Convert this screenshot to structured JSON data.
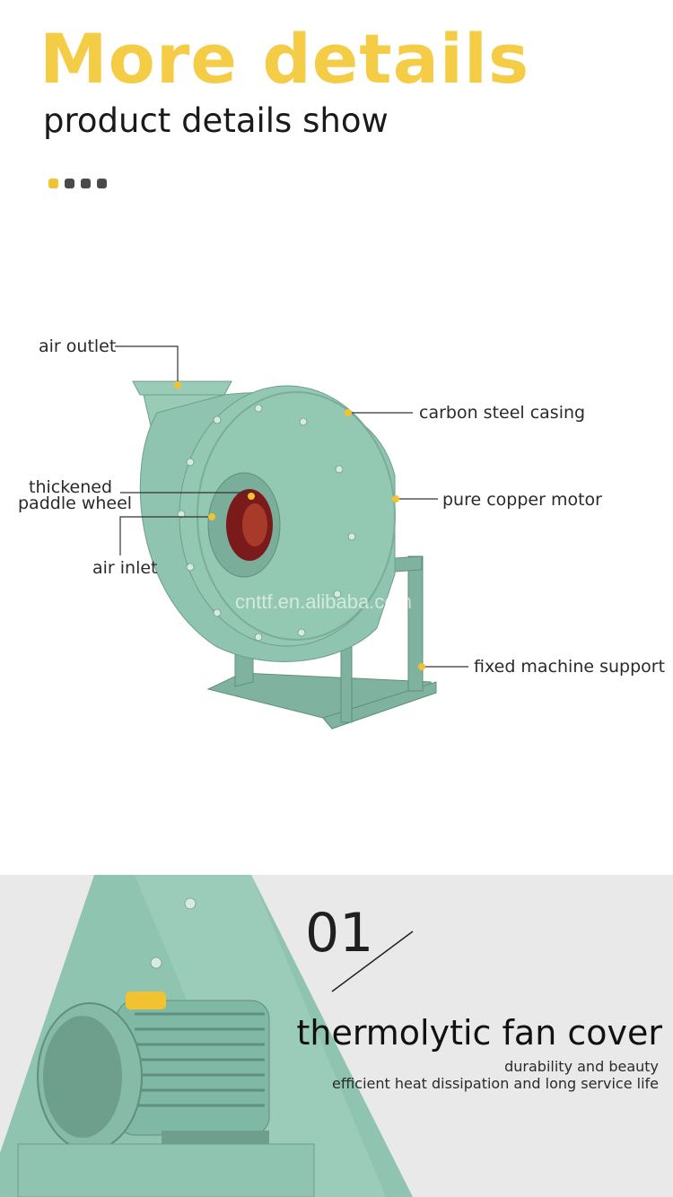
{
  "header": {
    "title": "More details",
    "subtitle": "product details show"
  },
  "callouts": {
    "air_outlet": "air outlet",
    "carbon_steel_casing": "carbon steel casing",
    "paddle_wheel_line1": "thickened",
    "paddle_wheel_line2": "paddle wheel",
    "pure_copper_motor": "pure copper motor",
    "air_inlet": "air inlet",
    "fixed_machine_support": "fixed machine support"
  },
  "watermark": "cnttf.en.alibaba.com",
  "feature": {
    "number": "01",
    "title": "thermolytic fan cover",
    "line1": "durability and beauty",
    "line2": "efficient heat dissipation and long service life"
  },
  "colors": {
    "accent_yellow": "#f5cc45",
    "machine_green": "#8fc4b0",
    "panel_gray": "#e9e9e9"
  }
}
